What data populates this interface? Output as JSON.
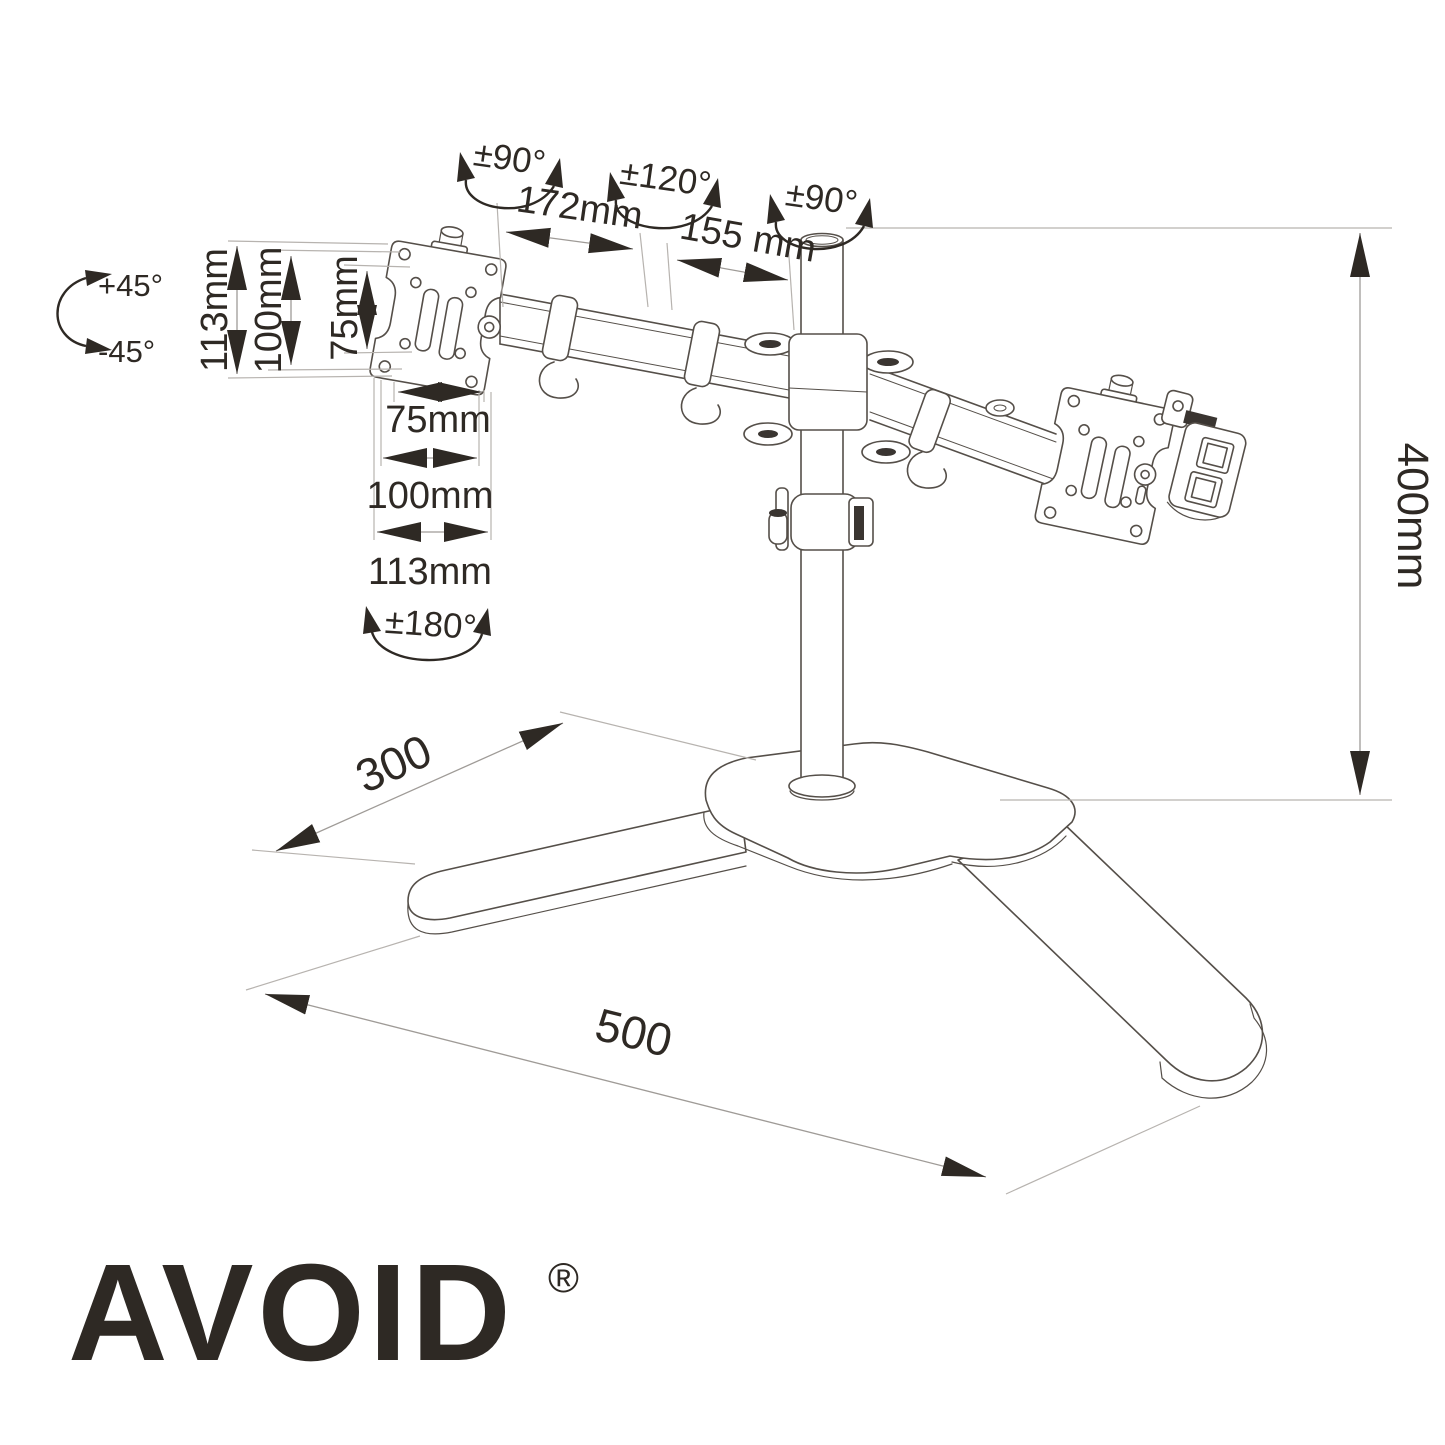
{
  "drawing": {
    "description": "Dual monitor freestanding desk stand dimension diagram",
    "ink_color": "#2e2924",
    "line_color": "#554f49",
    "witness_color": "#b7b3af"
  },
  "brand": {
    "logo_text": "AVOID",
    "registered_mark": "®",
    "logo_color": "#3a453f"
  },
  "annotations": {
    "tilt_up": "+45°",
    "tilt_down": "-45°",
    "swivel_left_arm": "±90°",
    "swivel_mid_arm": "±120°",
    "swivel_pole": "±90°",
    "base_rotation": "±180°",
    "arm_left_length": "172mm",
    "arm_right_length": "155 mm",
    "plate_height_outer": "113mm",
    "plate_height_vesa100": "100mm",
    "plate_height_vesa75": "75mm",
    "plate_width_vesa75": "75mm",
    "plate_width_vesa100": "100mm",
    "plate_width_outer": "113mm",
    "pole_height": "400mm",
    "base_depth": "300",
    "base_width": "500"
  }
}
